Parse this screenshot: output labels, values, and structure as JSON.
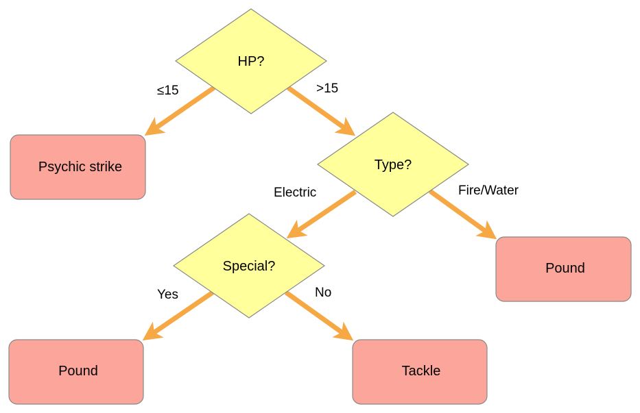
{
  "diagram": {
    "type": "decision-tree",
    "colors": {
      "decision_fill": "#FFFF9C",
      "leaf_fill": "#FCA59A",
      "node_stroke": "#888888",
      "arrow": "#F5A843",
      "text": "#000000"
    },
    "nodes": [
      {
        "id": "hp",
        "kind": "decision",
        "label": "HP?"
      },
      {
        "id": "type",
        "kind": "decision",
        "label": "Type?"
      },
      {
        "id": "special",
        "kind": "decision",
        "label": "Special?"
      },
      {
        "id": "psychic",
        "kind": "leaf",
        "label": "Psychic strike"
      },
      {
        "id": "pound_right",
        "kind": "leaf",
        "label": "Pound"
      },
      {
        "id": "pound_left",
        "kind": "leaf",
        "label": "Pound"
      },
      {
        "id": "tackle",
        "kind": "leaf",
        "label": "Tackle"
      }
    ],
    "edges": [
      {
        "from": "hp",
        "to": "psychic",
        "label": "≤15"
      },
      {
        "from": "hp",
        "to": "type",
        "label": ">15"
      },
      {
        "from": "type",
        "to": "special",
        "label": "Electric"
      },
      {
        "from": "type",
        "to": "pound_right",
        "label": "Fire/Water"
      },
      {
        "from": "special",
        "to": "pound_left",
        "label": "Yes"
      },
      {
        "from": "special",
        "to": "tackle",
        "label": "No"
      }
    ]
  }
}
